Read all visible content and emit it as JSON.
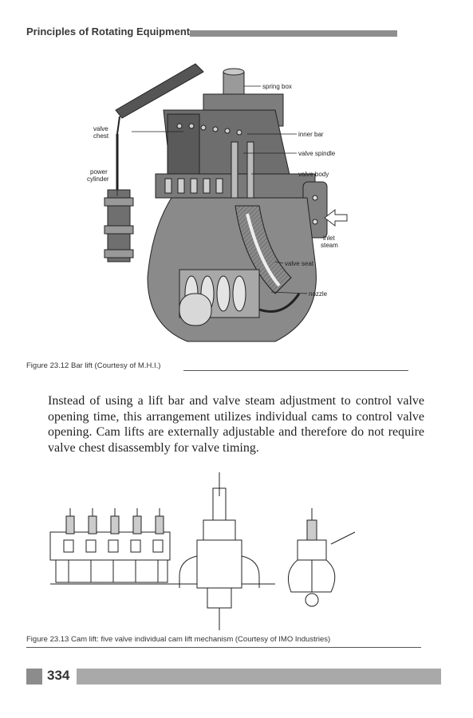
{
  "header": {
    "title": "Principles of Rotating Equipment"
  },
  "figure1": {
    "labels": {
      "spring_box": "spring box",
      "valve_chest_1": "valve",
      "valve_chest_2": "chest",
      "inner_bar": "inner bar",
      "valve_spindle": "valve spindle",
      "power_cylinder_1": "power",
      "power_cylinder_2": "cylinder",
      "valve_body": "valve body",
      "inlet_steam_1": "inlet",
      "inlet_steam_2": "steam",
      "valve_seat": "valve seat",
      "nozzle": "nozzle"
    },
    "caption": "Figure 23.12 Bar lift (Courtesy of M.H.I.)"
  },
  "body_text": "Instead of using a lift bar and valve steam adjustment to control valve opening time, this arrangement utilizes individual cams to control valve opening. Cam lifts are externally adjustable and therefore do not require valve chest disassembly for valve timing.",
  "figure2": {
    "caption": "Figure 23.13 Cam lift: five valve individual cam lift mechanism (Courtesy of IMO Industries)"
  },
  "footer": {
    "page_number": "334"
  }
}
